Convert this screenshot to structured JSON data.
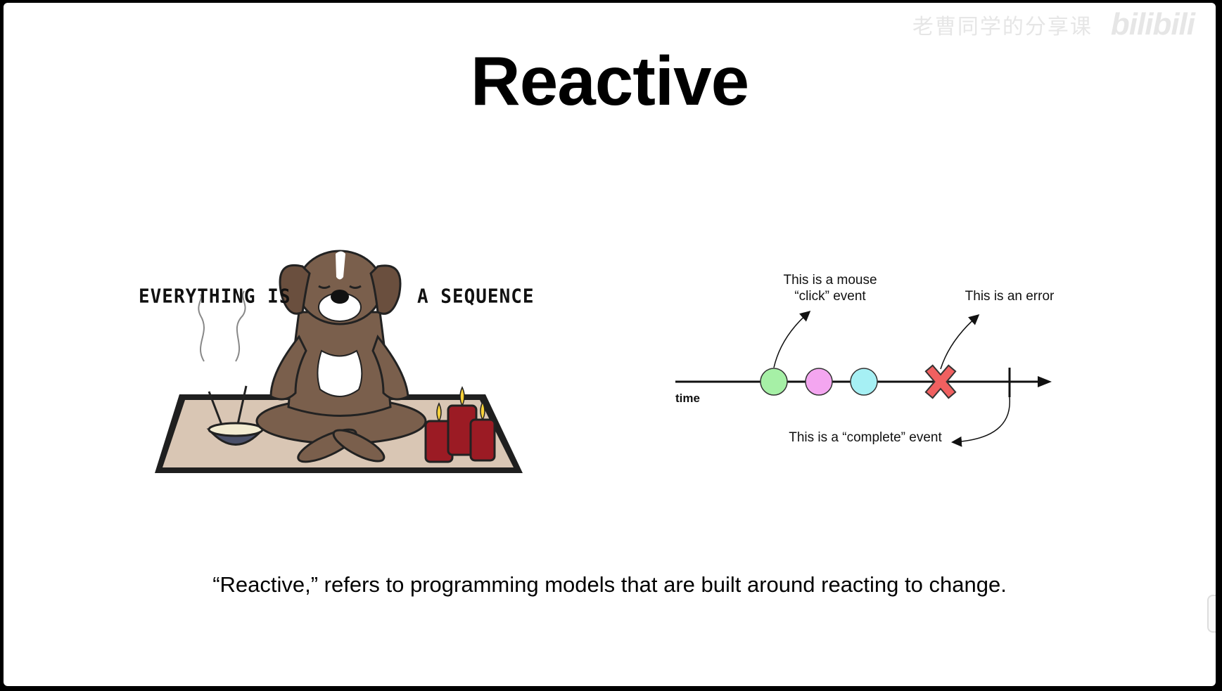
{
  "watermark": {
    "uploader": "老曹同学的分享课",
    "logo": "bilibili"
  },
  "slide": {
    "title": "Reactive",
    "caption": "“Reactive,” refers to programming models that are built around reacting to change."
  },
  "illustration": {
    "text_left": "EVERYTHING IS",
    "text_right": "A SEQUENCE"
  },
  "marble_diagram": {
    "axis_label": "time",
    "click_annotation_line1": "This is a mouse",
    "click_annotation_line2": "“click” event",
    "error_annotation": "This is an error",
    "complete_annotation": "This is a “complete” event",
    "marble_colors": [
      "#a6f0a6",
      "#f4a6f0",
      "#a6f0f4"
    ],
    "error_color": "#f06060"
  }
}
